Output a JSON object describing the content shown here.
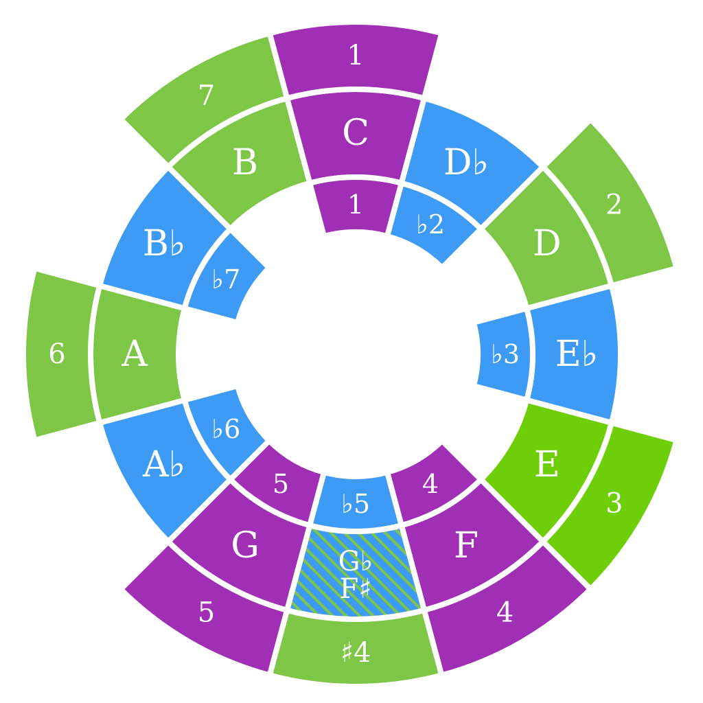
{
  "colors": {
    "purple": "#A02FB5",
    "blue": "#3E9BF5",
    "green": "#7DC646",
    "bright_green": "#6ECF08",
    "background": "#FFFFFF"
  },
  "notes": [
    {
      "key": "c",
      "note": "C",
      "inner_degree": "1",
      "outer_degree": "1",
      "color": "purple"
    },
    {
      "key": "db",
      "note": "D♭",
      "inner_degree": "♭2",
      "outer_degree": "",
      "color": "blue"
    },
    {
      "key": "d",
      "note": "D",
      "inner_degree": "",
      "outer_degree": "2",
      "color": "green"
    },
    {
      "key": "eb",
      "note": "E♭",
      "inner_degree": "♭3",
      "outer_degree": "",
      "color": "blue"
    },
    {
      "key": "e",
      "note": "E",
      "inner_degree": "",
      "outer_degree": "3",
      "color": "bright_green"
    },
    {
      "key": "f",
      "note": "F",
      "inner_degree": "4",
      "outer_degree": "4",
      "color": "purple"
    },
    {
      "key": "gb",
      "note": "G♭\nF♯",
      "inner_degree": "♭5",
      "outer_degree": "♯4",
      "color": "blue",
      "hatched": true,
      "inner_color": "blue",
      "outer_color": "green"
    },
    {
      "key": "g",
      "note": "G",
      "inner_degree": "5",
      "outer_degree": "5",
      "color": "purple"
    },
    {
      "key": "ab",
      "note": "A♭",
      "inner_degree": "♭6",
      "outer_degree": "",
      "color": "blue"
    },
    {
      "key": "a",
      "note": "A",
      "inner_degree": "",
      "outer_degree": "6",
      "color": "green"
    },
    {
      "key": "bb",
      "note": "B♭",
      "inner_degree": "♭7",
      "outer_degree": "",
      "color": "blue"
    },
    {
      "key": "b",
      "note": "B",
      "inner_degree": "",
      "outer_degree": "7",
      "color": "green"
    }
  ]
}
